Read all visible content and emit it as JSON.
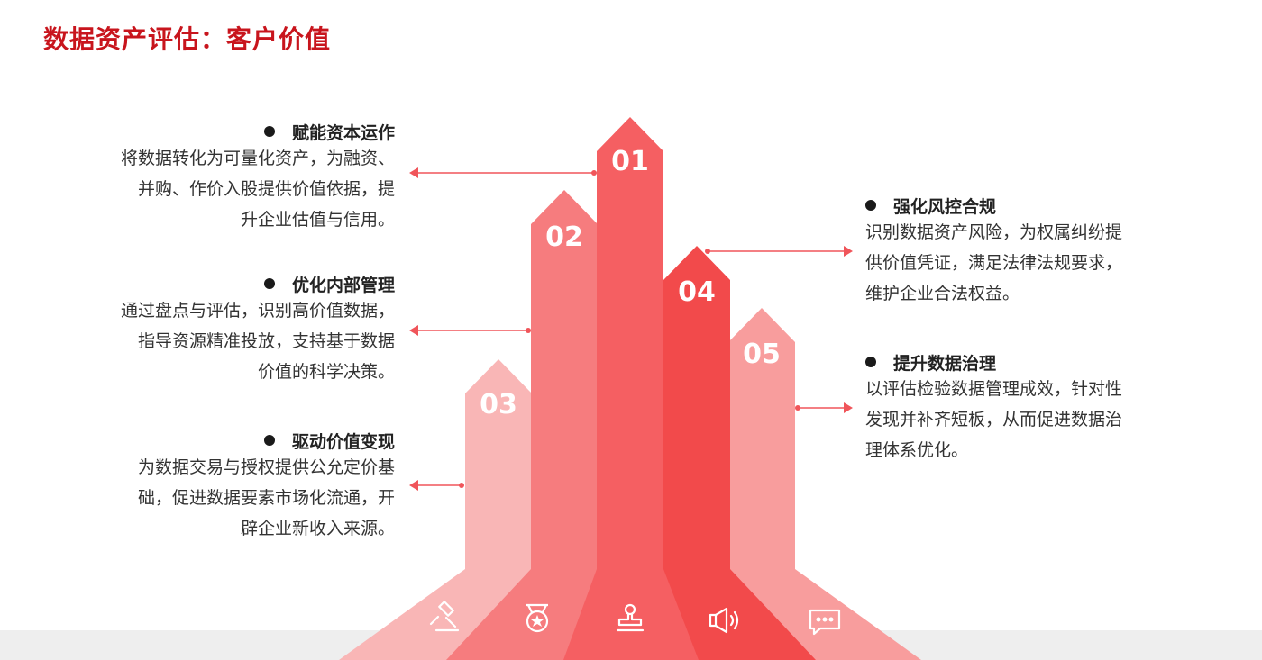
{
  "title": "数据资产评估：客户价值",
  "colors": {
    "title_red": "#c8151d",
    "arrow_01": "#f55f62",
    "arrow_02": "#f67c7e",
    "arrow_03": "#f9b6b6",
    "arrow_04": "#f24a4b",
    "arrow_05": "#f89d9d"
  },
  "arrows": [
    {
      "number": "01",
      "icon": "stamp-icon"
    },
    {
      "number": "02",
      "icon": "medal-icon"
    },
    {
      "number": "03",
      "icon": "gavel-icon"
    },
    {
      "number": "04",
      "icon": "megaphone-icon"
    },
    {
      "number": "05",
      "icon": "chat-icon"
    }
  ],
  "items": {
    "capital": {
      "heading": "赋能资本运作",
      "lines": [
        "将数据转化为可量化资产，为融资、",
        "并购、作价入股提供价值依据，提",
        "升企业估值与信用。"
      ]
    },
    "management": {
      "heading": "优化内部管理",
      "lines": [
        "通过盘点与评估，识别高价值数据，",
        "指导资源精准投放，支持基于数据",
        "价值的科学决策。"
      ]
    },
    "monetize": {
      "heading": "驱动价值变现",
      "lines": [
        "为数据交易与授权提供公允定价基",
        "础，促进数据要素市场化流通，开",
        "辟企业新收入来源。"
      ]
    },
    "risk": {
      "heading": "强化风控合规",
      "lines": [
        "识别数据资产风险，为权属纠纷提",
        "供价值凭证，满足法律法规要求，",
        "维护企业合法权益。"
      ]
    },
    "governance": {
      "heading": "提升数据治理",
      "lines": [
        "以评估检验数据管理成效，针对性",
        "发现并补齐短板，从而促进数据治",
        "理体系优化。"
      ]
    }
  }
}
